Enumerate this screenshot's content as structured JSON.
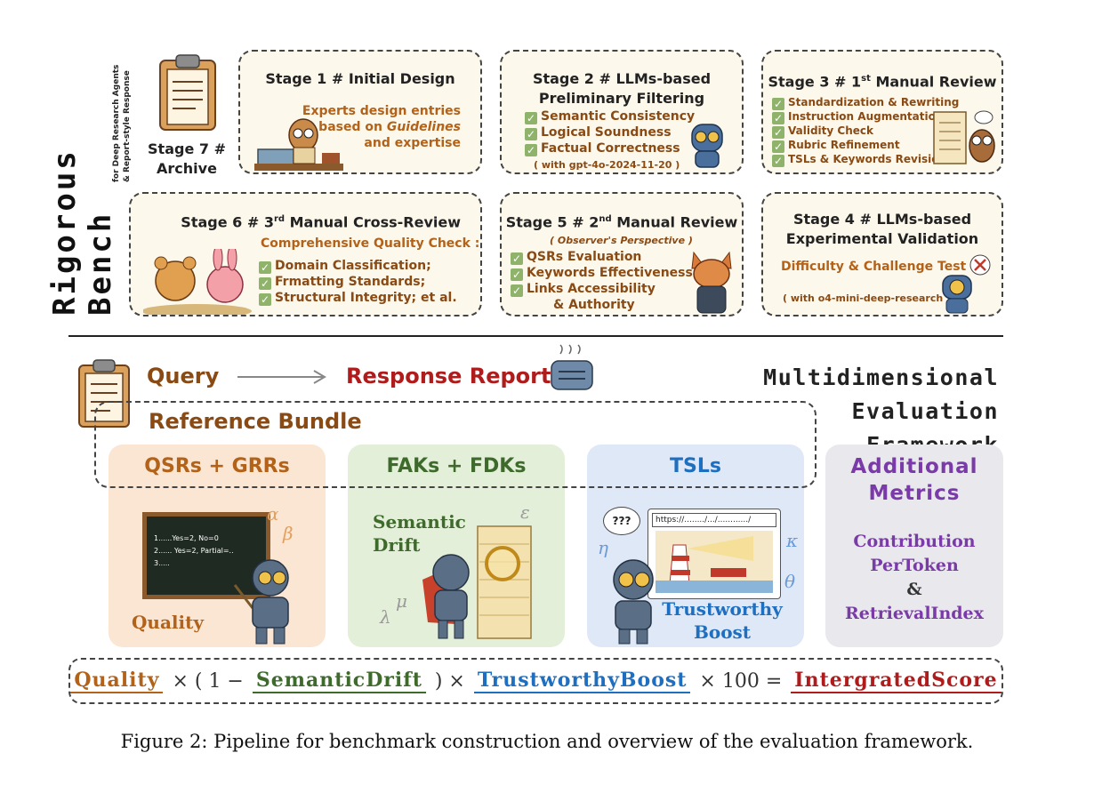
{
  "side_title": "Rigorous Bench",
  "side_subtitle_1": "for Deep Research Agents",
  "side_subtitle_2": "& Report-style Response",
  "stage7": {
    "line1": "Stage 7 #",
    "line2": "Archive"
  },
  "stage1": {
    "title": "Stage 1 # Initial Design",
    "line1": "Experts design entries",
    "line2a": "based on ",
    "line2b": "Guidelines",
    "line3": "and expertise"
  },
  "stage2": {
    "title1": "Stage 2 # LLMs-based",
    "title2": "Preliminary Filtering",
    "items": [
      "Semantic Consistency",
      "Logical Soundness",
      "Factual Correctness"
    ],
    "note": "( with gpt-4o-2024-11-20 )"
  },
  "stage3": {
    "title_a": "Stage 3 # 1",
    "title_sup": "st",
    "title_b": " Manual Review",
    "items": [
      "Standardization & Rewriting",
      "Instruction Augmentation",
      "Validity Check",
      "Rubric Refinement",
      "TSLs & Keywords Revision"
    ]
  },
  "stage6": {
    "title_a": "Stage 6 # 3",
    "title_sup": "rd",
    "title_b": " Manual Cross-Review",
    "subtitle": "Comprehensive Quality Check :",
    "items": [
      "Domain Classification;",
      "Frmatting Standards;",
      "Structural Integrity; et al."
    ]
  },
  "stage5": {
    "title_a": "Stage 5 # 2",
    "title_sup": "nd",
    "title_b": " Manual Review",
    "note": "( Observer's Perspective )",
    "items": [
      "QSRs Evaluation",
      "Keywords Effectiveness",
      "Links Accessibility"
    ],
    "item_extra": "& Authority"
  },
  "stage4": {
    "title1": "Stage 4 # LLMs-based",
    "title2": "Experimental Validation",
    "subtitle": "Difficulty & Challenge Test",
    "note": "( with o4-mini-deep-research )"
  },
  "flow": {
    "query": "Query",
    "response": "Response Report",
    "reference": "Reference Bundle"
  },
  "framework": {
    "line1": "Multidimensional Evaluation",
    "line2": "Framework"
  },
  "panels": {
    "qsr": {
      "title_a": "QSRs",
      "plus": "+",
      "title_b": "GRRs",
      "board": [
        "1......Yes=2, No=0",
        "2...... Yes=2, Partial=..",
        "3....."
      ],
      "label": "Quality",
      "greek": [
        "α",
        "β"
      ]
    },
    "fak": {
      "title_a": "FAKs",
      "plus": "+",
      "title_b": "FDKs",
      "label1": "Semantic",
      "label2": "Drift",
      "greek": [
        "ε",
        "λ",
        "μ"
      ]
    },
    "tsl": {
      "title": "TSLs",
      "url": "https://......../.../............/",
      "bubble": "???",
      "label1": "Trustworthy",
      "label2": "Boost",
      "greek": [
        "η",
        "κ",
        "θ"
      ]
    },
    "add": {
      "title1": "Additional",
      "title2": "Metrics",
      "m1": "Contribution",
      "m2": "PerToken",
      "amp": "&",
      "m3": "RetrievalIndex"
    }
  },
  "formula": {
    "quality": "Quality",
    "op1": "× ( 1 −",
    "drift": "SemanticDrift",
    "op2": ") ×",
    "boost": "TrustworthyBoost",
    "op3": "× 100 =",
    "score": "IntergratedScore"
  },
  "caption": "Figure 2: Pipeline for benchmark construction and overview of the evaluation framework.",
  "colors": {
    "orange": "#b3621a",
    "green": "#3e6b2c",
    "blue": "#1f6fc0",
    "purple": "#7a3aa8",
    "red": "#b01c1c"
  }
}
